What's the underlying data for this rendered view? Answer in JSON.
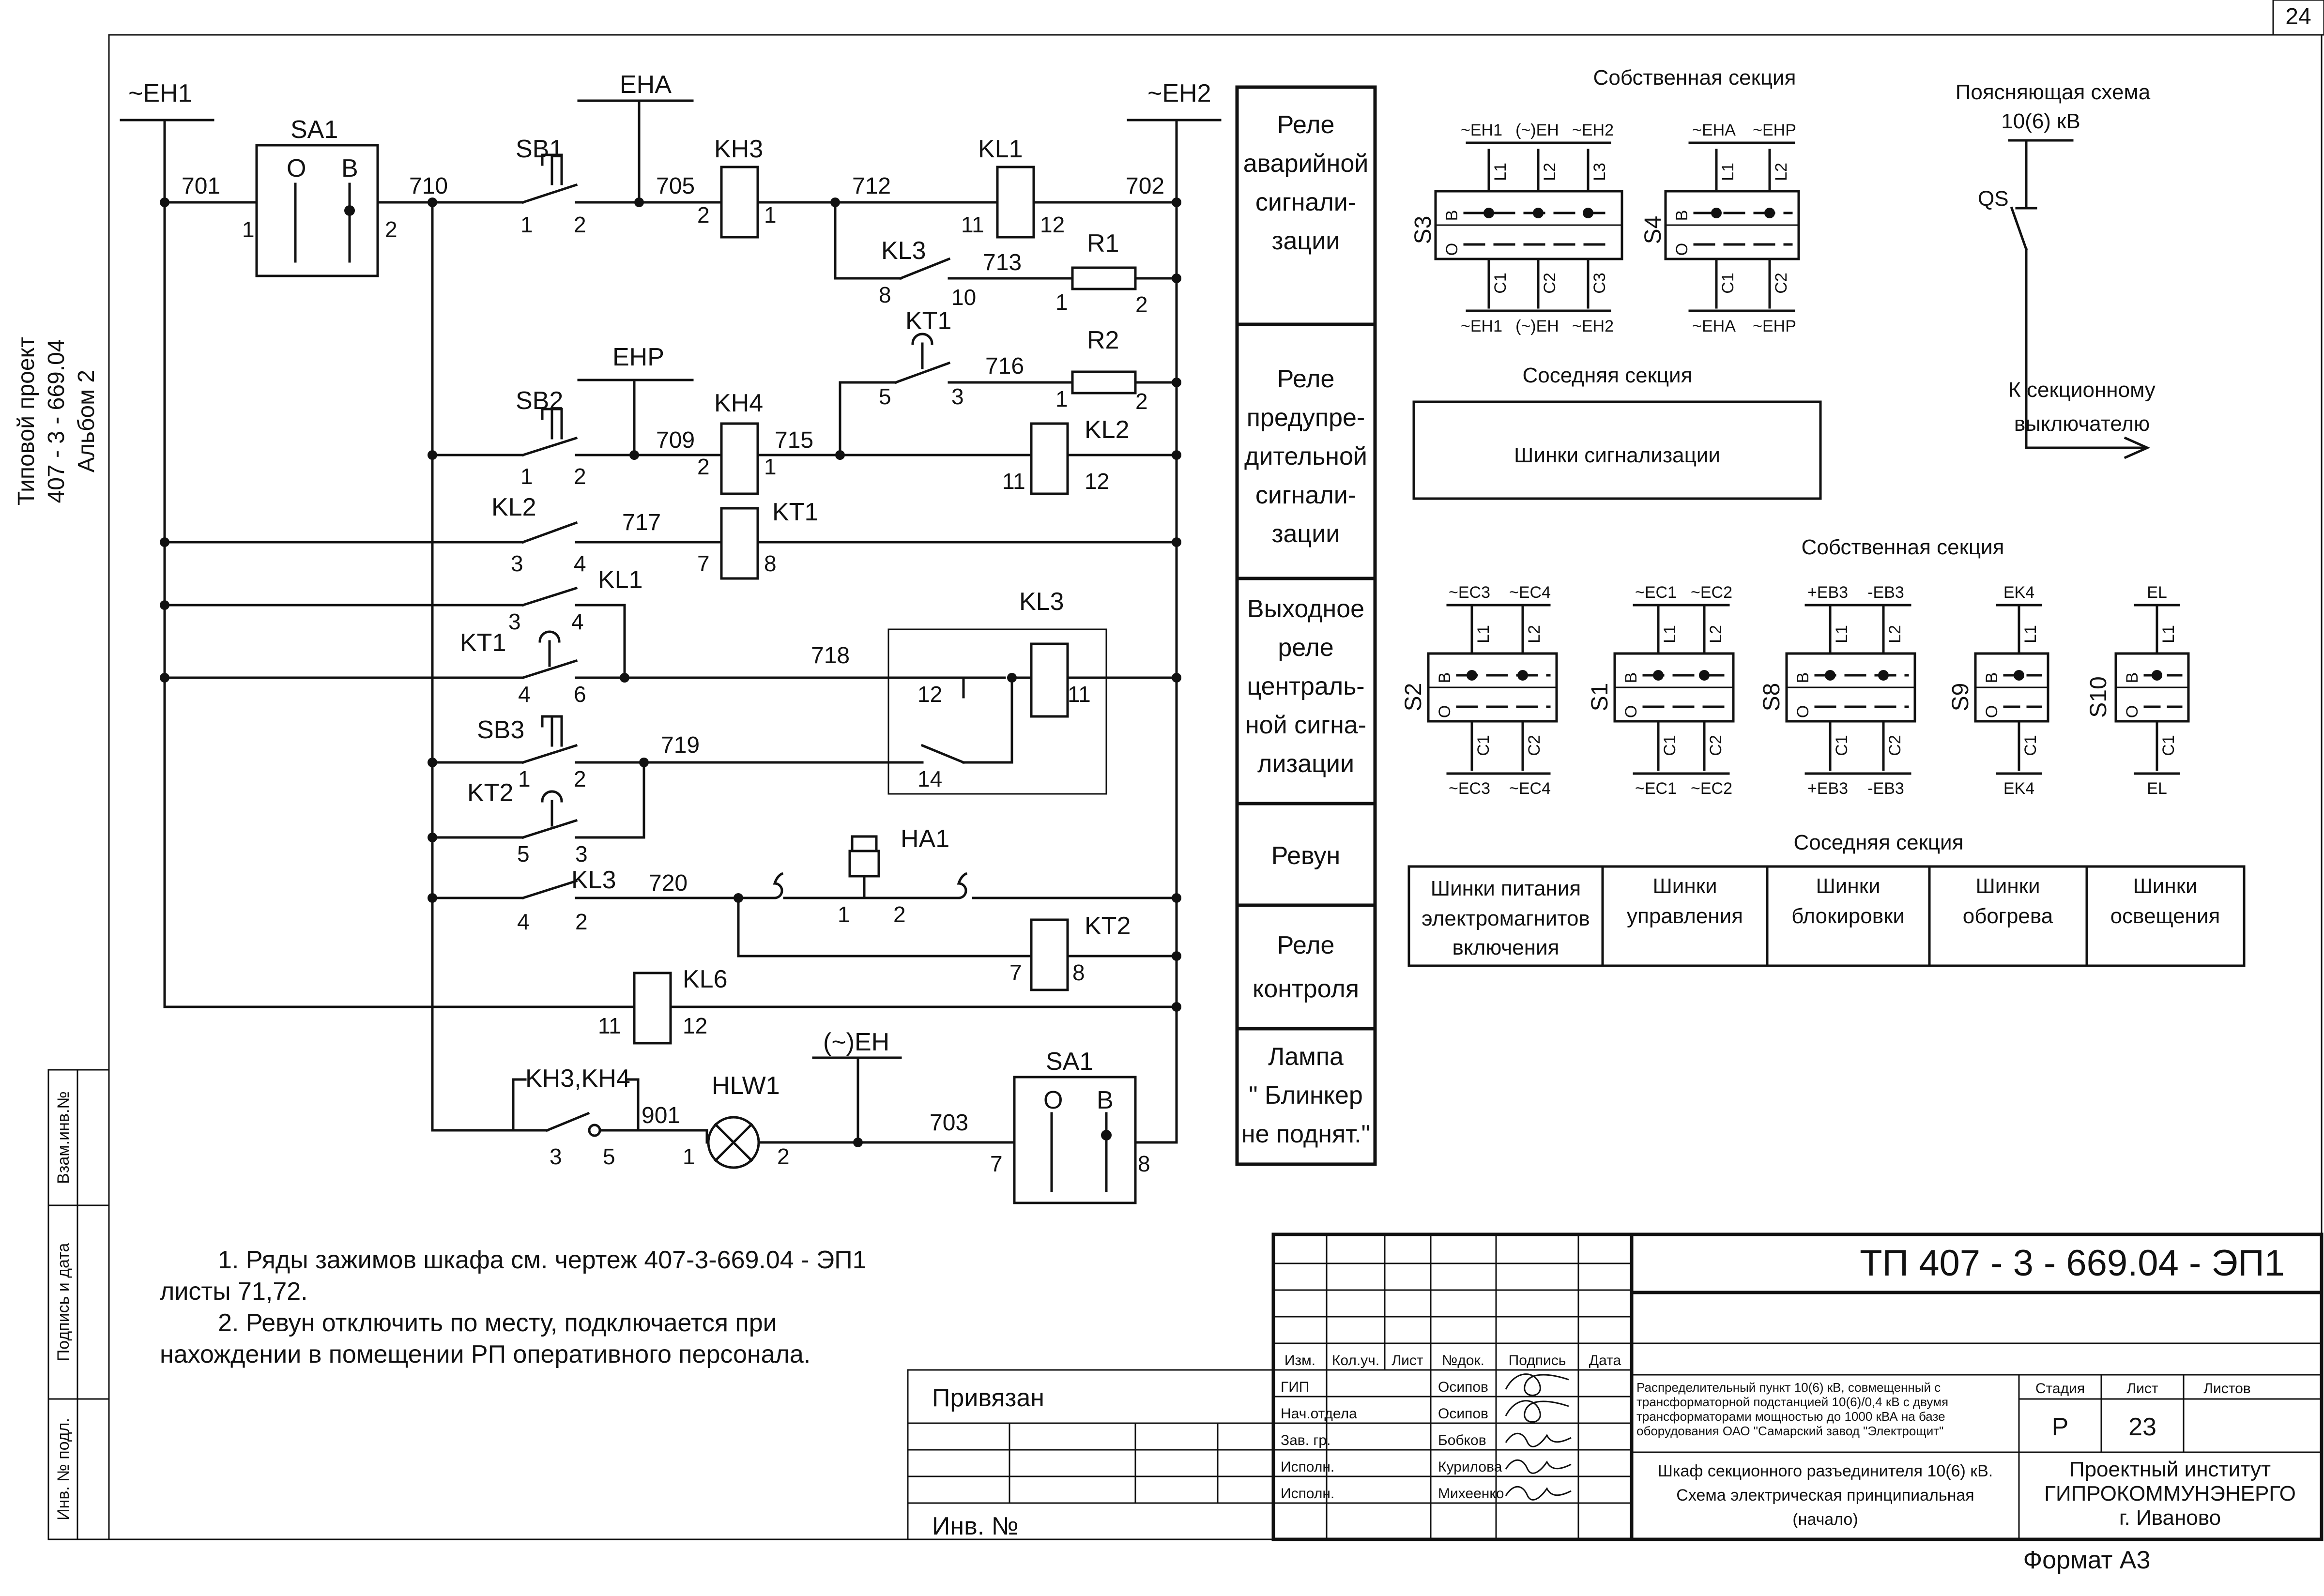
{
  "page_number": "24",
  "side_stamp": {
    "line1": "Типовой проект",
    "line2": "407 - 3 - 669.04",
    "line3": "Альбом 2"
  },
  "side_box": {
    "vzam": "Взам.инв.№",
    "podpis": "Подпись и дата",
    "inv": "Инв. № подл."
  },
  "buses": {
    "left": "~EH1",
    "right": "~EH2",
    "eha": "EHA",
    "ehp": "EHP",
    "eh": "(~)EH"
  },
  "components": {
    "SA1": "SA1",
    "SA1_O": "О",
    "SA1_B": "В",
    "SB1": "SB1",
    "SB2": "SB2",
    "SB3": "SB3",
    "KH3": "KH3",
    "KH4": "KH4",
    "KL1": "KL1",
    "KL1b": "KL1",
    "KL2": "KL2",
    "KL2b": "KL2",
    "KL3": "KL3",
    "KL3b": "KL3",
    "KL3c": "KL3",
    "KT1": "KT1",
    "KT1b": "KT1",
    "KT1c": "KT1",
    "KT2": "KT2",
    "KT2b": "KT2",
    "KL6": "KL6",
    "HA1": "HA1",
    "HLW1": "HLW1",
    "KH3KH4": "KH3,KH4",
    "R1": "R1",
    "R2": "R2"
  },
  "wires": {
    "w701": "701",
    "w702": "702",
    "w703": "703",
    "w705": "705",
    "w709": "709",
    "w710": "710",
    "w712": "712",
    "w713": "713",
    "w715": "715",
    "w716": "716",
    "w717": "717",
    "w718": "718",
    "w719": "719",
    "w720": "720",
    "w901": "901"
  },
  "pins": {
    "p1": "1",
    "p2": "2",
    "p3": "3",
    "p4": "4",
    "p5": "5",
    "p6": "6",
    "p7": "7",
    "p8": "8",
    "p10": "10",
    "p11": "11",
    "p12": "12",
    "p14": "14"
  },
  "function_labels": [
    [
      "Реле",
      "аварийной",
      "сигнали-",
      "зации"
    ],
    [
      "Реле",
      "предупре-",
      "дительной",
      "сигнали-",
      "зации"
    ],
    [
      "Выходное",
      "реле",
      "централь-",
      "ной сигна-",
      "лизации"
    ],
    [
      "Ревун"
    ],
    [
      "Реле",
      "контроля"
    ],
    [
      "Лампа",
      "\" Блинкер",
      "не поднят.\""
    ]
  ],
  "right_panel": {
    "own_section": "Собственная секция",
    "neighbor_section": "Соседняя секция",
    "signal_bus": "Шинки сигнализации",
    "explain_title": "Поясняющая схема",
    "explain_voltage": "10(6) кВ",
    "qs": "QS",
    "to_section_1": "К секционному",
    "to_section_2": "выключателю",
    "S3": {
      "name": "S3",
      "top": [
        "~EH1",
        "(~)EH",
        "~EH2"
      ],
      "bot": [
        "~EH1",
        "(~)EH",
        "~EH2"
      ],
      "L": [
        "L1",
        "L2",
        "L3"
      ],
      "C": [
        "C1",
        "C2",
        "C3"
      ]
    },
    "S4": {
      "name": "S4",
      "top": [
        "~EHA",
        "~EHP"
      ],
      "bot": [
        "~EHA",
        "~EHP"
      ],
      "L": [
        "L1",
        "L2"
      ],
      "C": [
        "C1",
        "C2"
      ]
    },
    "S2": {
      "name": "S2",
      "top": [
        "~EC3",
        "~EC4"
      ],
      "bot": [
        "~EC3",
        "~EC4"
      ],
      "L": [
        "L1",
        "L2"
      ],
      "C": [
        "C1",
        "C2"
      ]
    },
    "S1": {
      "name": "S1",
      "top": [
        "~EC1",
        "~EC2"
      ],
      "bot": [
        "~EC1",
        "~EC2"
      ],
      "L": [
        "L1",
        "L2"
      ],
      "C": [
        "C1",
        "C2"
      ]
    },
    "S8": {
      "name": "S8",
      "top": [
        "+EB3",
        "-EB3"
      ],
      "bot": [
        "+EB3",
        "-EB3"
      ],
      "L": [
        "L1",
        "L2"
      ],
      "C": [
        "C1",
        "C2"
      ]
    },
    "S9": {
      "name": "S9",
      "top": [
        "EK4"
      ],
      "bot": [
        "EK4"
      ],
      "L": [
        "L1"
      ],
      "C": [
        "C1"
      ]
    },
    "S10": {
      "name": "S10",
      "top": [
        "EL"
      ],
      "bot": [
        "EL"
      ],
      "L": [
        "L1"
      ],
      "C": [
        "C1"
      ]
    },
    "switch_letters": {
      "b": "В",
      "o": "О"
    },
    "bus_table": [
      [
        "Шинки  питания",
        "электромагнитов",
        "включения"
      ],
      [
        "Шинки",
        "управления"
      ],
      [
        "Шинки",
        "блокировки"
      ],
      [
        "Шинки",
        "обогрева"
      ],
      [
        "Шинки",
        "освещения"
      ]
    ]
  },
  "notes": [
    "1. Ряды зажимов шкафа см. чертеж  407-3-669.04 - ЭП1",
    "листы 71,72.",
    "2. Ревун отключить по месту, подключается при",
    "нахождении в помещении РП оперативного персонала."
  ],
  "title_block": {
    "doc_code": "ТП  407 - 3 - 669.04 - ЭП1",
    "header_cols": [
      "Изм.",
      "Кол.уч.",
      "Лист",
      "№док.",
      "Подпись",
      "Дата"
    ],
    "roles": [
      "ГИП",
      "Нач.отдела",
      "Зав. гр.",
      "Исполн.",
      "Исполн."
    ],
    "names": [
      "Осипов",
      "Осипов",
      "Бобков",
      "Курилова",
      "Михеенко"
    ],
    "project_desc": [
      "Распределительный пункт 10(6) кВ, совмещенный с",
      "трансформаторной подстанцией 10(6)/0,4 кВ с двумя",
      "трансформаторами мощностью до 1000 кВА на базе",
      "оборудования ОАО \"Самарский завод \"Электрощит\""
    ],
    "sheet_title": [
      "Шкаф секционного разъединителя 10(6) кВ.",
      "Схема электрическая принципиальная",
      "(начало)"
    ],
    "stage_label": "Стадия",
    "sheet_label": "Лист",
    "sheets_label": "Листов",
    "stage": "Р",
    "sheet": "23",
    "org": [
      "Проектный институт",
      "ГИПРОКОММУНЭНЕРГО",
      "г. Иваново"
    ],
    "privyazan": "Привязан",
    "inv_no": "Инв. №",
    "format": "Формат А3"
  }
}
